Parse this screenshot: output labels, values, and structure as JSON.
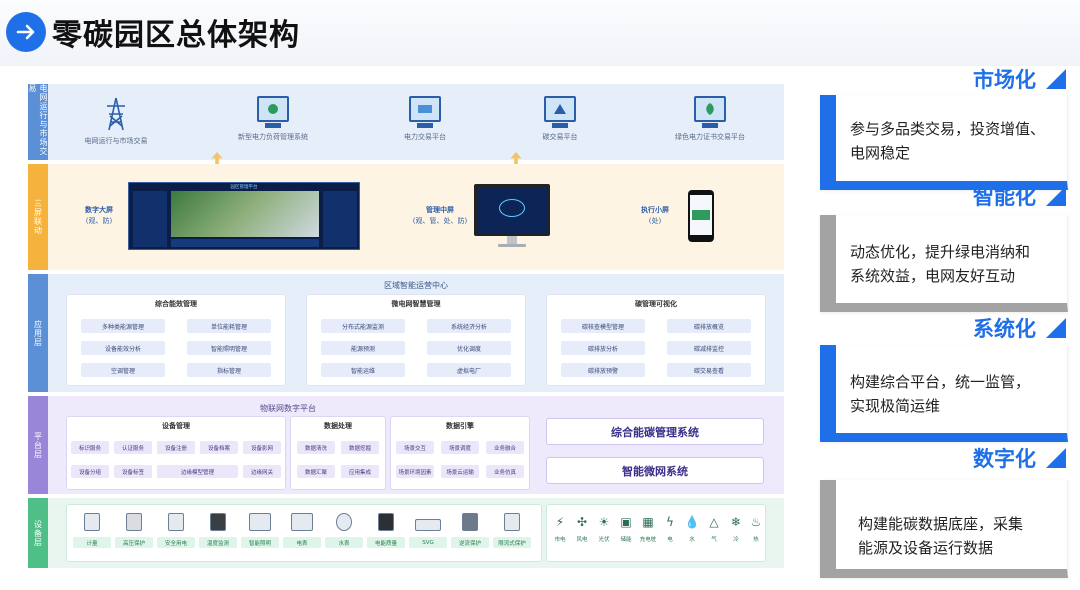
{
  "header": {
    "title": "零碳园区总体架构"
  },
  "layers": {
    "grid": {
      "label": "电网运行与市场交易",
      "nodes": [
        "电网运行与市场交易",
        "新型电力负荷管理系统",
        "电力交易平台",
        "碳交易平台",
        "绿色电力证书交易平台"
      ]
    },
    "coord": {
      "label": "三屏联动",
      "screens": [
        {
          "title": "数字大屏",
          "sub": "(观、防)"
        },
        {
          "title": "管理中屏",
          "sub": "(观、管、处、防)"
        },
        {
          "title": "执行小屏",
          "sub": "(处)"
        }
      ],
      "dash_title": "园区管理平台"
    },
    "app": {
      "label": "应用层",
      "title": "区域智能运营中心",
      "groups": [
        {
          "title": "综合能效管理",
          "items": [
            "多种类能源管理",
            "单位能耗管理",
            "设备能效分析",
            "智能照明管理",
            "空调管理",
            "指标管理"
          ]
        },
        {
          "title": "微电网智慧管理",
          "items": [
            "分布式能源监测",
            "系统经济分析",
            "能源预测",
            "优化调度",
            "智能运维",
            "虚拟电厂"
          ]
        },
        {
          "title": "碳管理可视化",
          "items": [
            "碳核查模型管理",
            "碳排放概览",
            "碳排放分析",
            "碳减排监控",
            "碳排放预警",
            "碳交易查看"
          ]
        }
      ]
    },
    "platform": {
      "label": "平台层",
      "title": "物联网数字平台",
      "groups": [
        {
          "title": "设备管理",
          "items": [
            "标识服务",
            "认证服务",
            "设备注册",
            "设备档案",
            "设备影网",
            "设备分组",
            "设备标签",
            "边缘模型管理",
            "边缘网关"
          ]
        },
        {
          "title": "数据处理",
          "items": [
            "数据清洗",
            "数据挖掘",
            "数据汇聚",
            "应用集成"
          ]
        },
        {
          "title": "数据引擎",
          "items": [
            "场景交互",
            "场景调度",
            "业务融合",
            "场景环境因素",
            "场景云运输",
            "业务仿真"
          ]
        }
      ],
      "systems": [
        "综合能碳管理系统",
        "智能微网系统"
      ]
    },
    "device": {
      "label": "设备层",
      "devices": [
        "计量",
        "高压保护",
        "安全用电",
        "温度监测",
        "智能照明",
        "电表",
        "水表",
        "电能质量",
        "SVG",
        "逆流保护",
        "限流式保护"
      ],
      "energy": [
        {
          "icon": "⚡",
          "label": "市电"
        },
        {
          "icon": "✣",
          "label": "风电"
        },
        {
          "icon": "☀",
          "label": "光伏"
        },
        {
          "icon": "▣",
          "label": "储能"
        },
        {
          "icon": "▦",
          "label": "充电桩"
        },
        {
          "icon": "ϟ",
          "label": "电"
        },
        {
          "icon": "💧",
          "label": "水"
        },
        {
          "icon": "△",
          "label": "气"
        },
        {
          "icon": "❄",
          "label": "冷"
        },
        {
          "icon": "♨",
          "label": "热"
        }
      ]
    }
  },
  "right": [
    {
      "title": "市场化",
      "text": [
        "参与多品类交易，投资增值、",
        "电网稳定"
      ]
    },
    {
      "title": "智能化",
      "text": [
        "动态优化，提升绿电消纳和",
        "系统效益，电网友好互动"
      ]
    },
    {
      "title": "系统化",
      "text": [
        "构建综合平台，统一监管，",
        "实现极简运维"
      ]
    },
    {
      "title": "数字化",
      "text": [
        "构建能碳数据底座，采集",
        "能源及设备运行数据"
      ]
    }
  ]
}
